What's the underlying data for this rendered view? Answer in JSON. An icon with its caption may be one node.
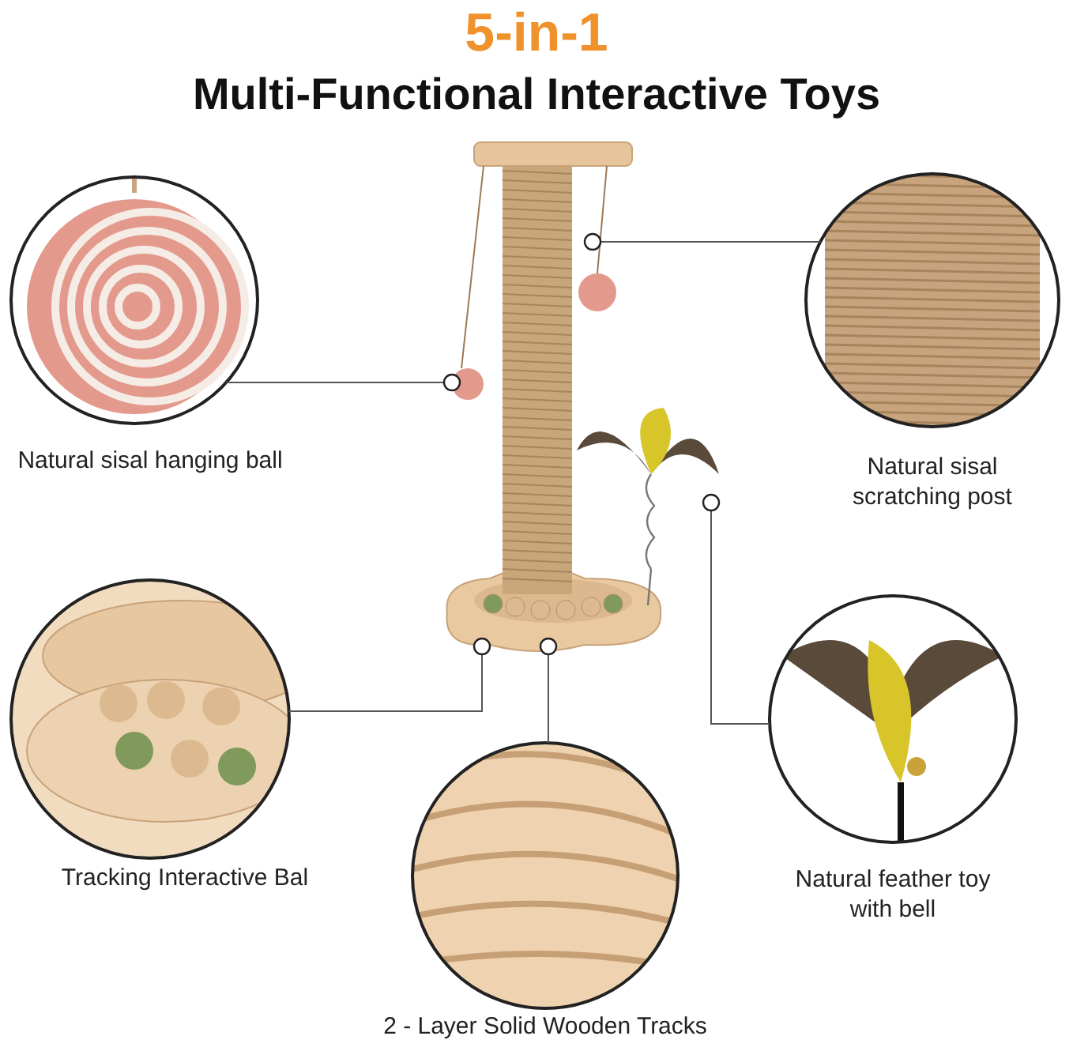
{
  "diagram": {
    "title": "5-in-1",
    "nodes": [
      {
        "text": [],
        "shape": "picture"
      },
      {
        "text": [
          "Natural sisal hanging ball"
        ]
      },
      {
        "text": [
          "Natural sisal scratching post"
        ]
      },
      {
        "text": [
          "Tracking Interactive Bal"
        ]
      },
      {
        "text": [
          "2 - Layer Solid Wooden Tracks"
        ]
      },
      {
        "text": [
          "Natural feather toy with bell"
        ]
      }
    ],
    "edges": [
      {
        "from": 1,
        "to": 0,
        "arrow": "other"
      },
      {
        "from": 2,
        "to": 0,
        "arrow": "other"
      },
      {
        "from": 3,
        "to": 0,
        "arrow": "other"
      },
      {
        "from": 4,
        "to": 0,
        "arrow": "other"
      },
      {
        "from": 5,
        "to": 0,
        "arrow": "other"
      }
    ],
    "labels": [
      "Multi-Functional Interactive Toys"
    ]
  }
}
